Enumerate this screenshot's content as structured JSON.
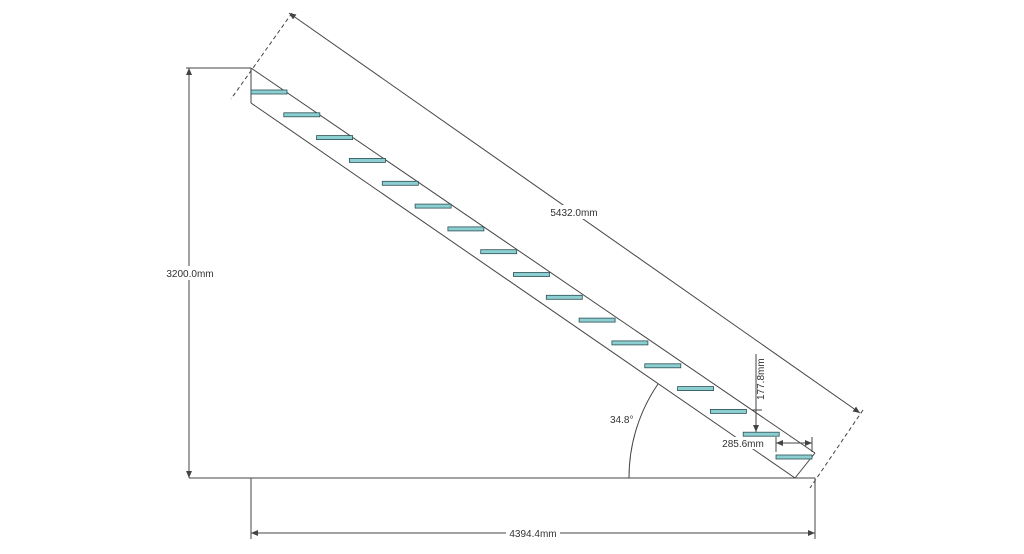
{
  "drawing": {
    "length_label": "5432.0mm",
    "height_label": "3200.0mm",
    "run_label": "4394.4mm",
    "angle_label": "34.8°",
    "riser_label": "177.8mm",
    "going_label": "285.6mm",
    "tread_count": 17
  },
  "colors": {
    "line": "#444444",
    "tread_fill": "#8ccfd0",
    "tread_stroke": "#2a4f55",
    "text": "#333333"
  }
}
